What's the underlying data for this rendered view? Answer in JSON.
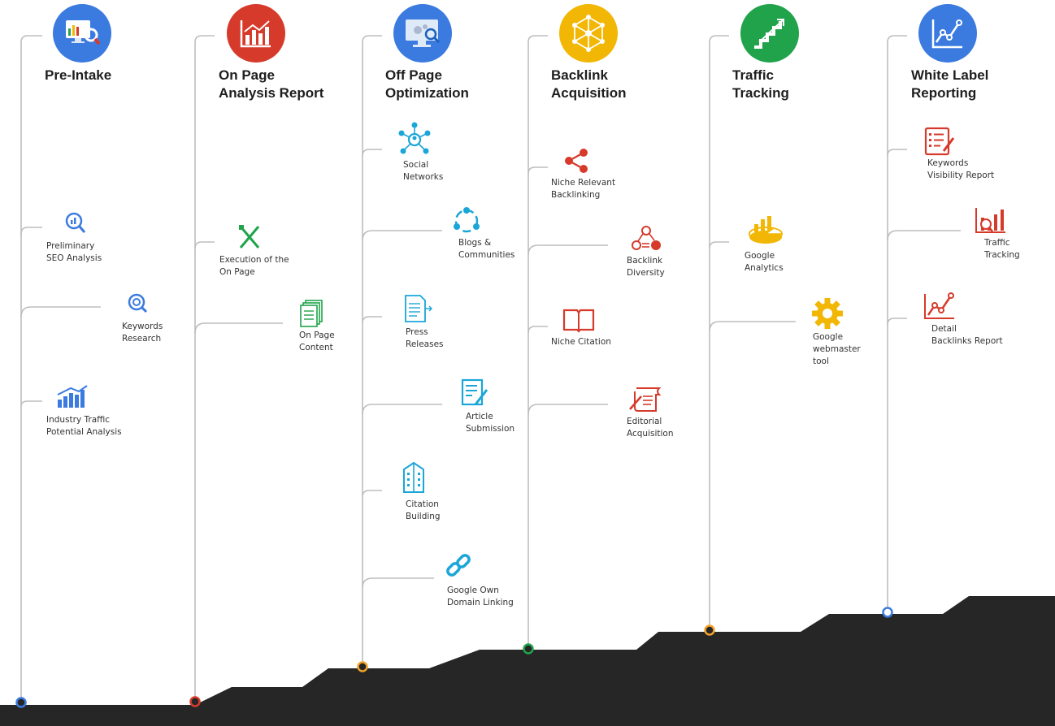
{
  "colors": {
    "line": "#bdbdbd",
    "ground": "#262626",
    "blue": "#3b7be0",
    "red": "#d63a2b",
    "yellow": "#f2b705",
    "green": "#20a34a",
    "cyan": "#1ba6d9",
    "orange": "#f2a12b"
  },
  "columns": [
    {
      "title": "Pre-Intake",
      "color": "#3b7be0",
      "dot": "#3b7be0",
      "icon": "monitor-analytics-icon",
      "items": [
        {
          "label": "Preliminary\nSEO Analysis",
          "icon": "magnifier-report-icon"
        },
        {
          "label": "Keywords\nResearch",
          "icon": "target-search-icon"
        },
        {
          "label": "Industry Traffic\nPotential Analysis",
          "icon": "bar-growth-icon"
        }
      ]
    },
    {
      "title": "On Page\nAnalysis Report",
      "color": "#d63a2b",
      "dot": "#d63a2b",
      "icon": "bar-chart-trend-icon",
      "items": [
        {
          "label": "Execution of the\nOn Page",
          "icon": "pencil-ruler-icon"
        },
        {
          "label": "On Page\nContent",
          "icon": "documents-stack-icon"
        }
      ]
    },
    {
      "title": "Off Page\nOptimization",
      "color": "#3b7be0",
      "dot": "#f2a12b",
      "icon": "monitor-search-icon",
      "items": [
        {
          "label": "Social\nNetworks",
          "icon": "social-network-icon"
        },
        {
          "label": "Blogs &\nCommunities",
          "icon": "community-circle-icon"
        },
        {
          "label": "Press\nReleases",
          "icon": "press-document-icon"
        },
        {
          "label": "Article\nSubmission",
          "icon": "article-edit-icon"
        },
        {
          "label": "Citation\nBuilding",
          "icon": "building-icon"
        },
        {
          "label": "Google Own\nDomain Linking",
          "icon": "chain-link-icon"
        }
      ]
    },
    {
      "title": "Backlink\nAcquisition",
      "color": "#f2b705",
      "dot": "#20a34a",
      "icon": "network-hub-icon",
      "items": [
        {
          "label": "Niche Relevant\nBacklinking",
          "icon": "share-icon"
        },
        {
          "label": "Backlink\nDiversity",
          "icon": "diversity-nodes-icon"
        },
        {
          "label": "Niche Citation",
          "icon": "open-book-icon"
        },
        {
          "label": "Editorial\nAcquisition",
          "icon": "scroll-edit-icon"
        }
      ]
    },
    {
      "title": "Traffic\nTracking",
      "color": "#20a34a",
      "dot": "#f2a12b",
      "icon": "stairs-arrow-icon",
      "items": [
        {
          "label": "Google\nAnalytics",
          "icon": "analytics-pie-icon"
        },
        {
          "label": "Google\nwebmaster\ntool",
          "icon": "gear-icon"
        }
      ]
    },
    {
      "title": "White Label\nReporting",
      "color": "#3b7be0",
      "dot": "#3b7be0",
      "icon": "line-graph-icon",
      "items": [
        {
          "label": "Keywords\nVisibility Report",
          "icon": "report-list-icon"
        },
        {
          "label": "Traffic\nTracking",
          "icon": "traffic-chart-icon"
        },
        {
          "label": "Detail\nBacklinks Report",
          "icon": "line-trend-icon"
        }
      ]
    }
  ]
}
